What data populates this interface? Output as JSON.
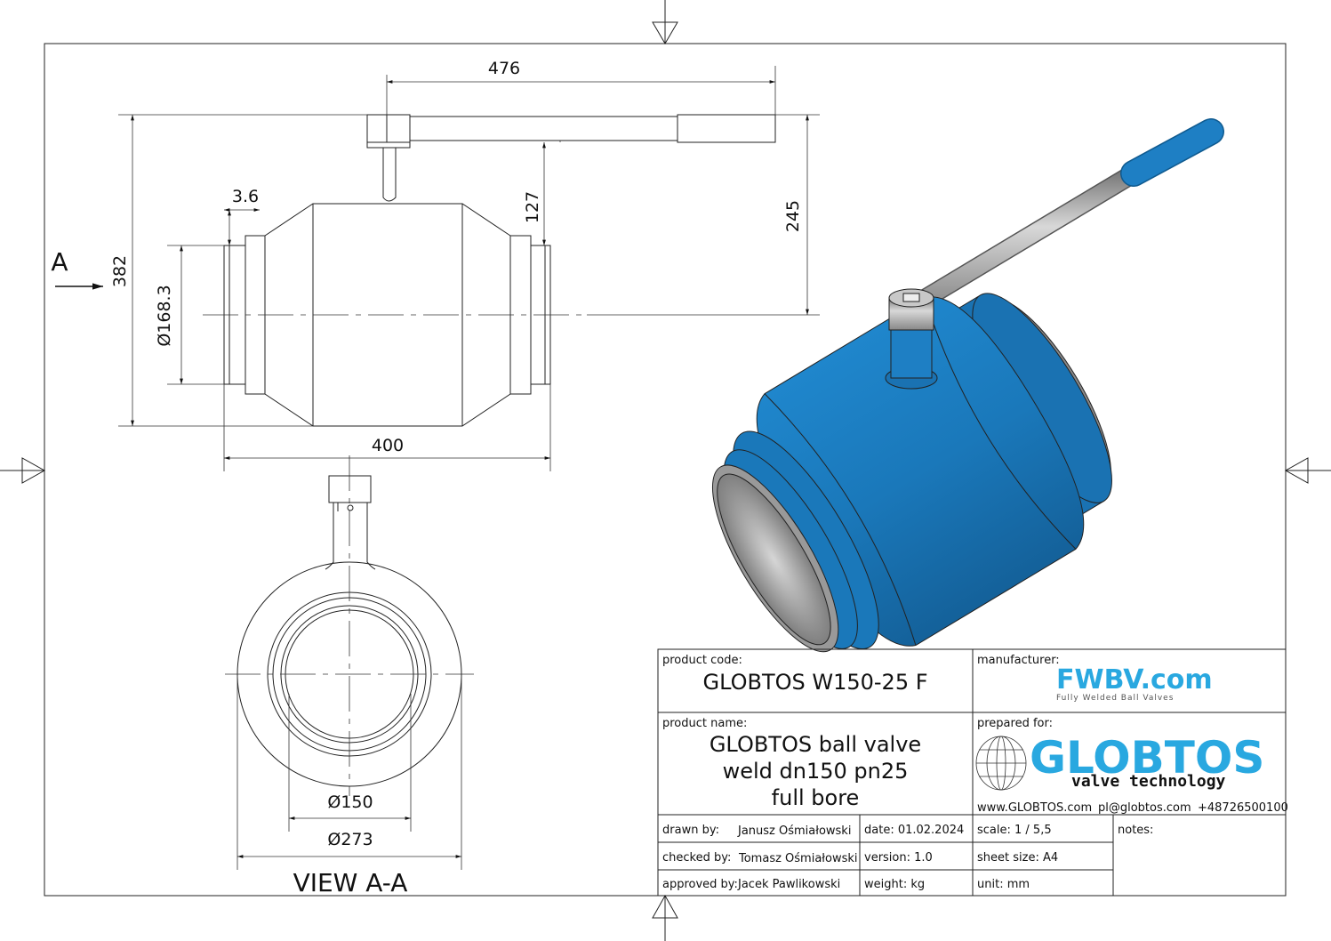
{
  "view_marker": "A",
  "dimensions": {
    "lever_length": "476",
    "overall_height": "382",
    "axis_to_top": "245",
    "stem_height": "127",
    "wall": "3.6",
    "pipe_od": "Ø168.3",
    "length": "400",
    "bore": "Ø150",
    "body_od": "Ø273"
  },
  "view_title": "VIEW A-A",
  "title_block": {
    "product_code_label": "product code:",
    "product_code": "GLOBTOS W150-25 F",
    "manufacturer_label": "manufacturer:",
    "manufacturer_logo": "FWBV.com",
    "manufacturer_tagline": "Fully Welded Ball Valves",
    "product_name_label": "product name:",
    "product_name": [
      "GLOBTOS ball valve",
      "weld dn150 pn25",
      "full bore"
    ],
    "prepared_for_label": "prepared for:",
    "client_logo": "GLOBTOS",
    "client_tagline": "valve technology",
    "client_web": "www.GLOBTOS.com",
    "client_email": "pl@globtos.com",
    "client_phone": "+48726500100",
    "drawn_by_label": "drawn by:",
    "drawn_by": "Janusz Ośmiałowski",
    "checked_by_label": "checked by:",
    "checked_by": "Tomasz Ośmiałowski",
    "approved_by_label": "approved by:",
    "approved_by": "Jacek Pawlikowski",
    "date": "date: 01.02.2024",
    "version": "version:  1.0",
    "weight": "weight:  kg",
    "scale": "scale: 1 / 5,5",
    "sheet_size": "sheet size:  A4",
    "unit": "unit:  mm",
    "notes_label": "notes:"
  },
  "colors": {
    "accent": "#1e7fc4",
    "logo": "#29a8e0",
    "steel": "#a8a8a8"
  }
}
